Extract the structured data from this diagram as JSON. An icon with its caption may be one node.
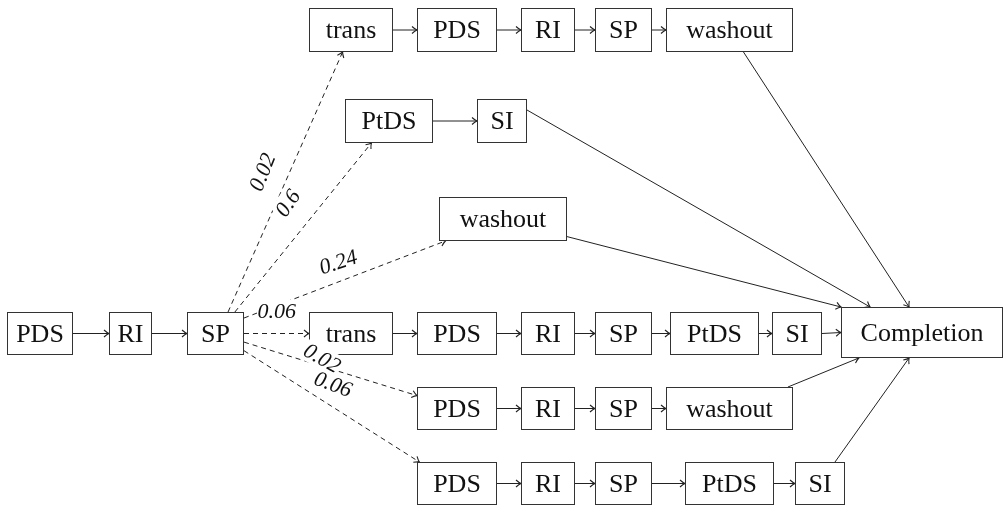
{
  "diagram": {
    "nodes": [
      {
        "text": [
          "trans"
        ]
      },
      {
        "text": [
          "PDS"
        ]
      },
      {
        "text": [
          "RI"
        ]
      },
      {
        "text": [
          "SP"
        ]
      },
      {
        "text": [
          "washout"
        ]
      },
      {
        "text": [
          "PtDS"
        ]
      },
      {
        "text": [
          "SI"
        ]
      },
      {
        "text": [
          "washout"
        ]
      },
      {
        "text": [
          "PDS"
        ]
      },
      {
        "text": [
          "RI"
        ]
      },
      {
        "text": [
          "SP"
        ]
      },
      {
        "text": [
          "trans"
        ]
      },
      {
        "text": [
          "PDS"
        ]
      },
      {
        "text": [
          "RI"
        ]
      },
      {
        "text": [
          "SP"
        ]
      },
      {
        "text": [
          "PtDS"
        ]
      },
      {
        "text": [
          "SI"
        ]
      },
      {
        "text": [
          "Completion"
        ]
      },
      {
        "text": [
          "PDS"
        ]
      },
      {
        "text": [
          "RI"
        ]
      },
      {
        "text": [
          "SP"
        ]
      },
      {
        "text": [
          "washout"
        ]
      },
      {
        "text": [
          "PDS"
        ]
      },
      {
        "text": [
          "RI"
        ]
      },
      {
        "text": [
          "SP"
        ]
      },
      {
        "text": [
          "PtDS"
        ]
      },
      {
        "text": [
          "SI"
        ]
      }
    ],
    "edges": [
      {
        "from": 8,
        "to": 9,
        "arrow": "to"
      },
      {
        "from": 9,
        "to": 10,
        "arrow": "to"
      },
      {
        "from": 10,
        "to": 0,
        "arrow": "to",
        "label": "0.02",
        "style": "dashed"
      },
      {
        "from": 10,
        "to": 5,
        "arrow": "to",
        "label": "0.6",
        "style": "dashed"
      },
      {
        "from": 10,
        "to": 7,
        "arrow": "to",
        "label": "0.24",
        "style": "dashed"
      },
      {
        "from": 10,
        "to": 11,
        "arrow": "to",
        "label": "0.06",
        "style": "dashed"
      },
      {
        "from": 10,
        "to": 18,
        "arrow": "to",
        "label": "0.02",
        "style": "dashed"
      },
      {
        "from": 10,
        "to": 22,
        "arrow": "to",
        "label": "0.06",
        "style": "dashed"
      },
      {
        "from": 0,
        "to": 1,
        "arrow": "to"
      },
      {
        "from": 1,
        "to": 2,
        "arrow": "to"
      },
      {
        "from": 2,
        "to": 3,
        "arrow": "to"
      },
      {
        "from": 3,
        "to": 4,
        "arrow": "to"
      },
      {
        "from": 4,
        "to": 17,
        "arrow": "to"
      },
      {
        "from": 5,
        "to": 6,
        "arrow": "to"
      },
      {
        "from": 6,
        "to": 17,
        "arrow": "to"
      },
      {
        "from": 7,
        "to": 17,
        "arrow": "to"
      },
      {
        "from": 11,
        "to": 12,
        "arrow": "to"
      },
      {
        "from": 12,
        "to": 13,
        "arrow": "to"
      },
      {
        "from": 13,
        "to": 14,
        "arrow": "to"
      },
      {
        "from": 14,
        "to": 15,
        "arrow": "to"
      },
      {
        "from": 15,
        "to": 16,
        "arrow": "to"
      },
      {
        "from": 16,
        "to": 17,
        "arrow": "to"
      },
      {
        "from": 18,
        "to": 19,
        "arrow": "to"
      },
      {
        "from": 19,
        "to": 20,
        "arrow": "to"
      },
      {
        "from": 20,
        "to": 21,
        "arrow": "to"
      },
      {
        "from": 21,
        "to": 17,
        "arrow": "to"
      },
      {
        "from": 22,
        "to": 23,
        "arrow": "to"
      },
      {
        "from": 23,
        "to": 24,
        "arrow": "to"
      },
      {
        "from": 24,
        "to": 25,
        "arrow": "to"
      },
      {
        "from": 25,
        "to": 26,
        "arrow": "to"
      },
      {
        "from": 26,
        "to": 17,
        "arrow": "to"
      }
    ]
  }
}
